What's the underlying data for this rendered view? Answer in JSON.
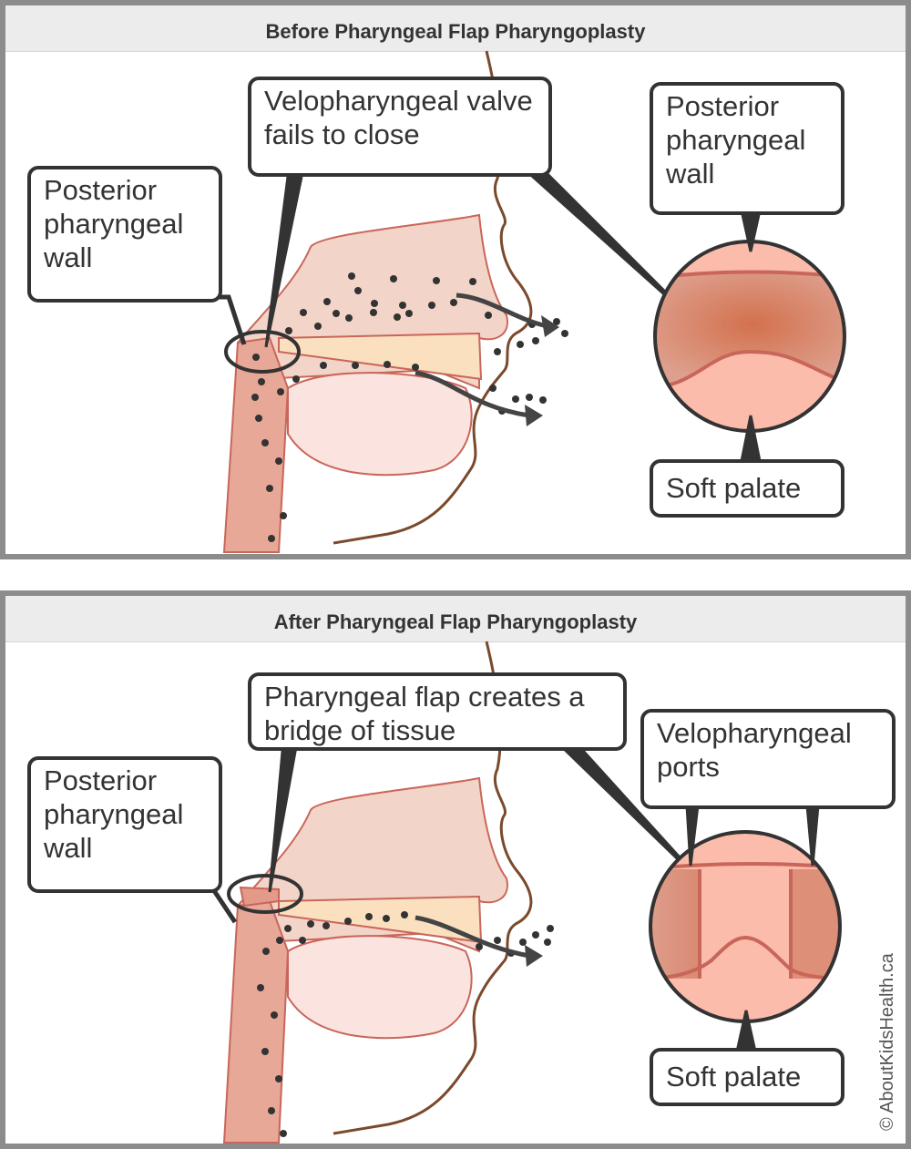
{
  "panels": [
    {
      "title": "Before Pharyngeal Flap Pharyngoplasty",
      "callouts": {
        "posterior_wall": "Posterior pharyngeal wall",
        "valve": "Velopharyngeal valve fails to close",
        "inset_top": "Posterior pharyngeal wall",
        "inset_bottom": "Soft palate"
      }
    },
    {
      "title": "After Pharyngeal Flap Pharyngoplasty",
      "callouts": {
        "posterior_wall": "Posterior pharyngeal wall",
        "flap": "Pharyngeal flap creates a bridge of tissue",
        "inset_top": "Velopharyngeal ports",
        "inset_bottom": "Soft palate"
      }
    }
  ],
  "credit": "© AboutKidsHealth.ca",
  "colors": {
    "outline": "#333333",
    "tissue": "#f3c8b8",
    "tissue_line": "#c9665a",
    "inset_dark": "#d98a72",
    "inset_light": "#fbbcac",
    "profile": "#7a4a2c",
    "palate": "#fbe0c0"
  }
}
